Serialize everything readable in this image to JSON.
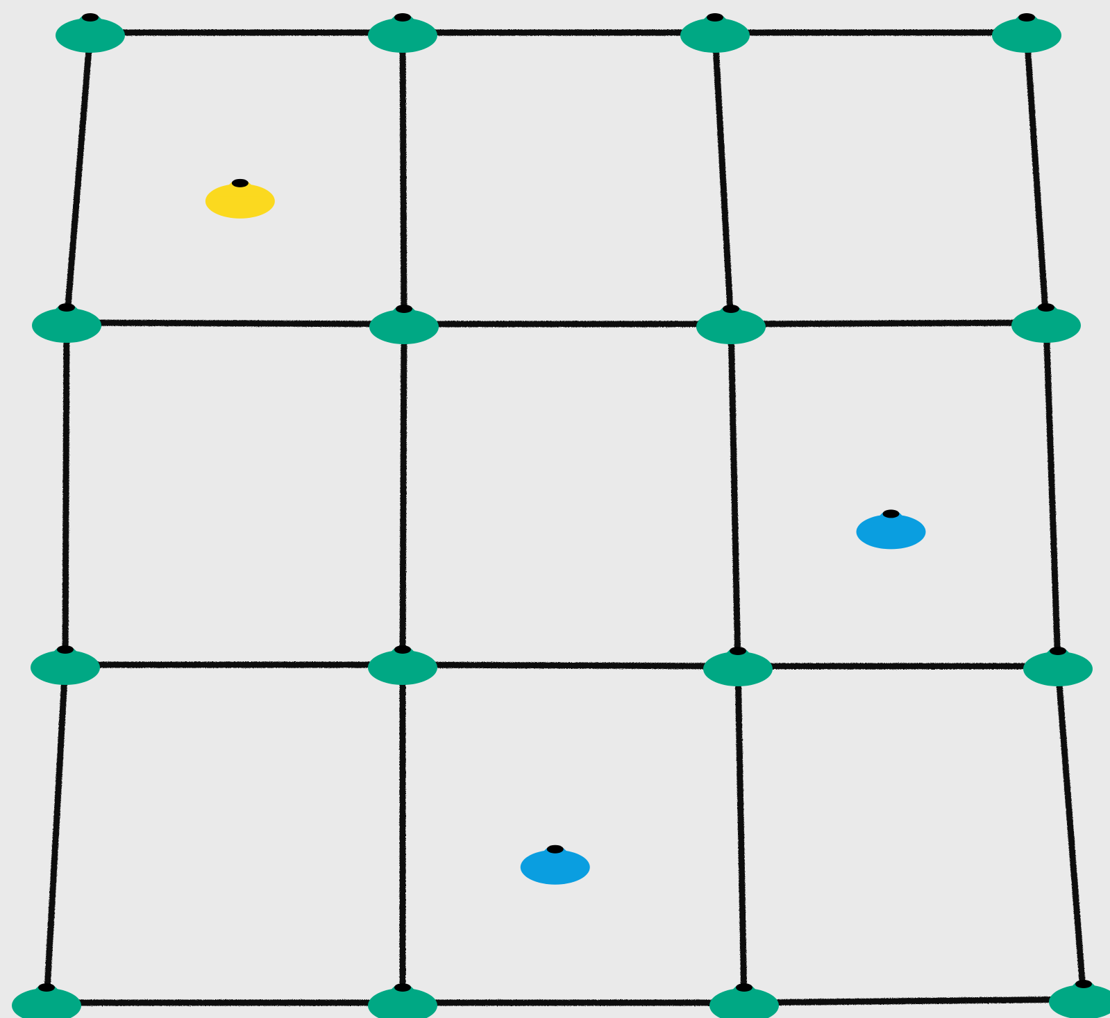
{
  "diagram": {
    "type": "cone-grid-drill",
    "grid": {
      "rows": 3,
      "columns": 3,
      "cone_rows": 4,
      "cone_columns": 4
    },
    "colors": {
      "background": "#eaeaea",
      "line": "#111111",
      "grid_cone": "#00a884",
      "cone_hole": "#000000"
    },
    "grid_cones": [
      {
        "row": 0,
        "col": 0,
        "color": "#00a884"
      },
      {
        "row": 0,
        "col": 1,
        "color": "#00a884"
      },
      {
        "row": 0,
        "col": 2,
        "color": "#00a884"
      },
      {
        "row": 0,
        "col": 3,
        "color": "#00a884"
      },
      {
        "row": 1,
        "col": 0,
        "color": "#00a884"
      },
      {
        "row": 1,
        "col": 1,
        "color": "#00a884"
      },
      {
        "row": 1,
        "col": 2,
        "color": "#00a884"
      },
      {
        "row": 1,
        "col": 3,
        "color": "#00a884"
      },
      {
        "row": 2,
        "col": 0,
        "color": "#00a884"
      },
      {
        "row": 2,
        "col": 1,
        "color": "#00a884"
      },
      {
        "row": 2,
        "col": 2,
        "color": "#00a884"
      },
      {
        "row": 2,
        "col": 3,
        "color": "#00a884"
      },
      {
        "row": 3,
        "col": 0,
        "color": "#00a884"
      },
      {
        "row": 3,
        "col": 1,
        "color": "#00a884"
      },
      {
        "row": 3,
        "col": 2,
        "color": "#00a884"
      },
      {
        "row": 3,
        "col": 3,
        "color": "#00a884"
      }
    ],
    "marker_cones": [
      {
        "color_name": "yellow",
        "color": "#fbd91f",
        "cell_row": 0,
        "cell_col": 0
      },
      {
        "color_name": "blue",
        "color": "#0a9ee0",
        "cell_row": 1,
        "cell_col": 2
      },
      {
        "color_name": "blue",
        "color": "#0a9ee0",
        "cell_row": 2,
        "cell_col": 1
      }
    ]
  }
}
